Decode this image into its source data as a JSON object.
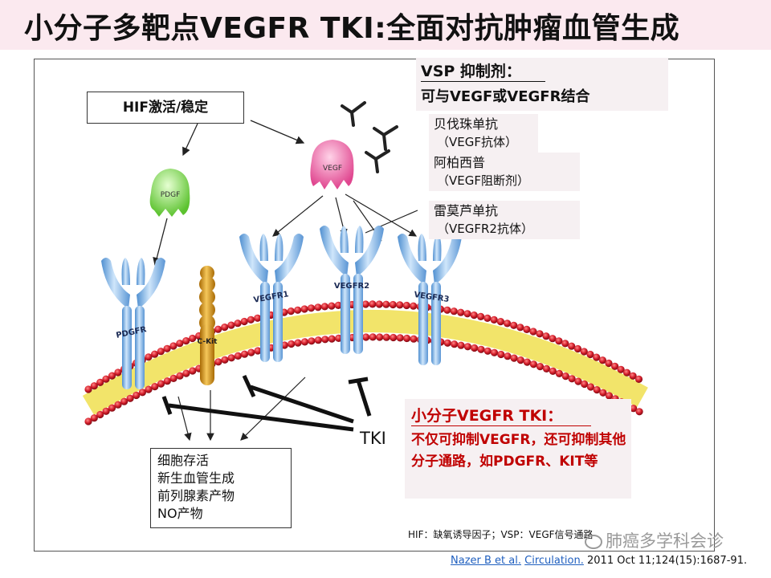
{
  "title": "小分子多靶点VEGFR TKI:全面对抗肿瘤血管生成",
  "hif_box": "HIF激活/稳定",
  "vsp": {
    "title": "VSP 抑制剂：",
    "subtitle": "可与VEGF或VEGFR结合"
  },
  "drugs": [
    {
      "name": "贝伐珠单抗",
      "desc": "（VEGF抗体）"
    },
    {
      "name": "阿柏西普",
      "desc": "（VEGF阻断剂）"
    },
    {
      "name": "雷莫芦单抗",
      "desc": "（VEGFR2抗体）"
    }
  ],
  "ligands": {
    "vegf": "VEGF",
    "pdgf": "PDGF"
  },
  "receptors": {
    "pdgfr": "PDGFR",
    "ckit": "C-Kit",
    "vegfr1": "VEGFR1",
    "vegfr2": "VEGFR2",
    "vegfr3": "VEGFR3"
  },
  "tki_label": "TKI",
  "effects": [
    "细胞存活",
    "新生血管生成",
    "前列腺素产物",
    "NO产物"
  ],
  "tki_box": {
    "title": "小分子VEGFR TKI：",
    "body": "不仅可抑制VEGFR，还可抑制其他分子通路，如PDGFR、KIT等"
  },
  "footnote": "HIF：缺氧诱导因子；VSP：VEGF信号通路",
  "citation": {
    "authors": "Nazer B et al.",
    "journal": "Circulation.",
    "details": "2011 Oct 11;124(15):1687-91."
  },
  "watermark": "肺癌多学科会诊",
  "colors": {
    "title_bg": "#fbe9ef",
    "tki_text": "#c00000",
    "membrane_red": "#d61f2c",
    "membrane_yellow": "#f2e46a",
    "receptor_blue": "#8fc1ea",
    "ckit_gold": "#d99a12",
    "vegf_pink": "#ee5fa2",
    "pdgf_green": "#77d14a"
  }
}
